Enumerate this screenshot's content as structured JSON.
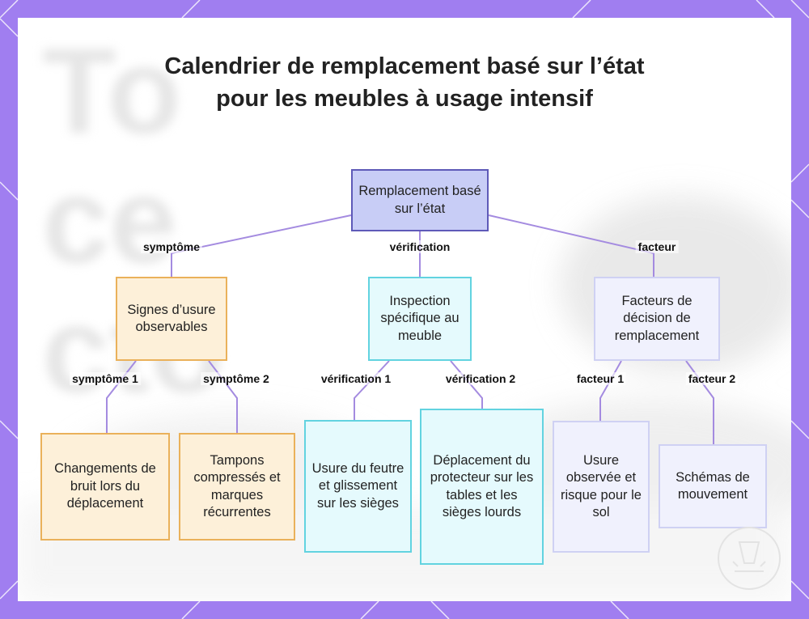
{
  "title": "Calendrier de remplacement basé sur l’état pour les meubles à usage intensif",
  "background_ghost_text": "To ce cto",
  "nodes": {
    "root": "Remplacement basé sur l’état",
    "signes": "Signes d’usure observables",
    "inspection": "Inspection spécifique au meuble",
    "facteurs": "Facteurs de décision de remplacement",
    "bruit": "Changements de bruit lors du déplacement",
    "tampons": "Tampons compressés et marques récurrentes",
    "feutre": "Usure du feutre et glissement sur les sièges",
    "protecteur": "Déplacement du protecteur sur les tables et les sièges lourds",
    "usure_sol": "Usure observée et risque pour le sol",
    "schemas": "Schémas de mouvement"
  },
  "edge_labels": {
    "symptome": "symptôme",
    "verification": "vérification",
    "facteur": "facteur",
    "symptome1": "symptôme 1",
    "symptome2": "symptôme 2",
    "verification1": "vérification 1",
    "verification2": "vérification 2",
    "facteur1": "facteur 1",
    "facteur2": "facteur 2"
  },
  "colors": {
    "frame": "#a07ef0",
    "edge": "#a48be0",
    "root_fill": "#c8cdf6",
    "orange_border": "#eab15a",
    "cyan_border": "#62d3e0",
    "lavender_border": "#cfd1f3"
  }
}
